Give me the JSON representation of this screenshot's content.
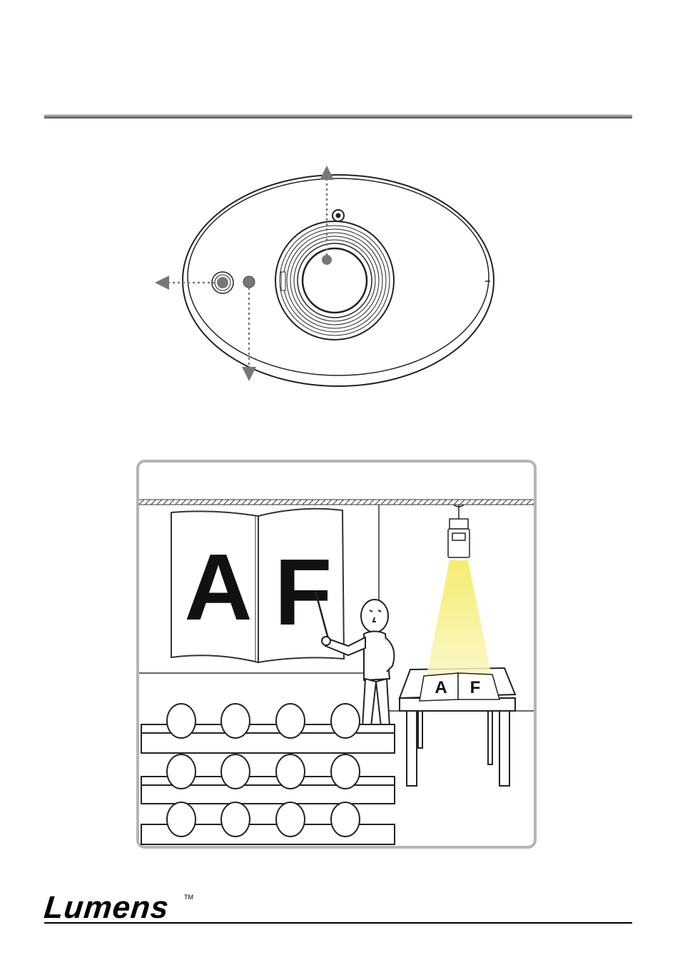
{
  "diagram": {
    "panel_letters": [
      "A",
      "F"
    ],
    "book_letters": [
      "A",
      "F"
    ]
  },
  "footer": {
    "logo_text": "Lumens",
    "trademark": "TM"
  },
  "colors": {
    "light_beam": "#f5ee7a",
    "line": "#222222",
    "arrow": "#777777",
    "frame": "#b5b5b5"
  }
}
